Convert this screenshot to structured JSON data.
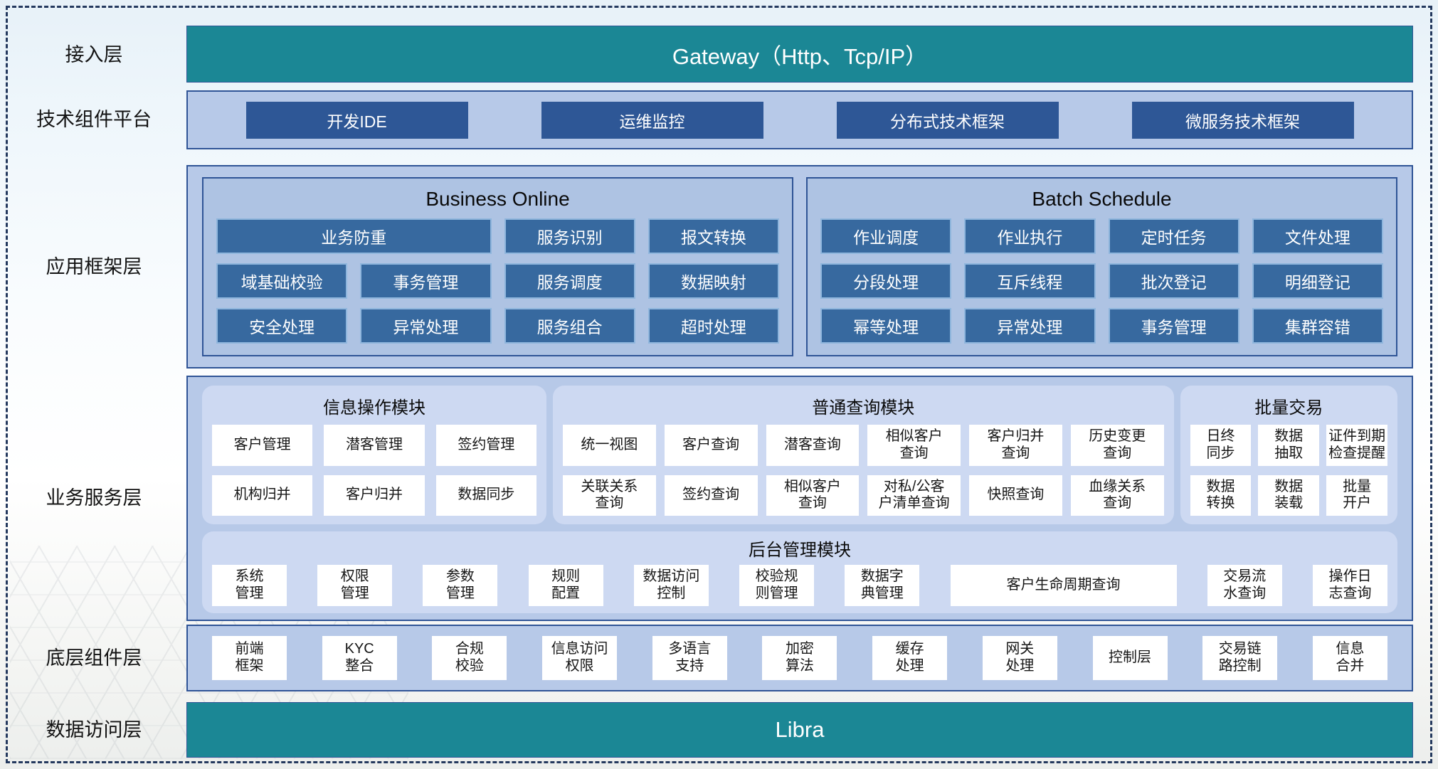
{
  "colors": {
    "teal": "#1b8795",
    "navy_button": "#2e5796",
    "panel_border": "#2f5496",
    "band_fill": "#b7c9e8",
    "subpanel_fill": "#aec3e3",
    "app_button_fill": "#37699f",
    "app_button_border": "#8fb6dd",
    "card_fill": "#cdd9f2",
    "white_button": "#ffffff",
    "outer_dashed_border": "#24395e"
  },
  "layers": {
    "access": {
      "label": "接入层",
      "bar_text": "Gateway（Http、Tcp/IP）"
    },
    "tech": {
      "label": "技术组件平台",
      "buttons": [
        "开发IDE",
        "运维监控",
        "分布式技术框架",
        "微服务技术框架"
      ]
    },
    "app": {
      "label": "应用框架层",
      "panels": [
        {
          "title": "Business Online",
          "buttons": [
            "业务防重",
            "服务识别",
            "报文转换",
            "域基础校验",
            "事务管理",
            "服务调度",
            "数据映射",
            "安全处理",
            "异常处理",
            "服务组合",
            "超时处理"
          ]
        },
        {
          "title": "Batch Schedule",
          "buttons": [
            "作业调度",
            "作业执行",
            "定时任务",
            "文件处理",
            "分段处理",
            "互斥线程",
            "批次登记",
            "明细登记",
            "幂等处理",
            "异常处理",
            "事务管理",
            "集群容错"
          ]
        }
      ]
    },
    "biz": {
      "label": "业务服务层",
      "modules": [
        {
          "title": "信息操作模块",
          "buttons": [
            "客户管理",
            "潜客管理",
            "签约管理",
            "机构归并",
            "客户归并",
            "数据同步"
          ]
        },
        {
          "title": "普通查询模块",
          "buttons": [
            "统一视图",
            "客户查询",
            "潜客查询",
            "相似客户\n查询",
            "客户归并\n查询",
            "历史变更\n查询",
            "关联关系\n查询",
            "签约查询",
            "相似客户\n查询",
            "对私/公客\n户清单查询",
            "快照查询",
            "血缘关系\n查询"
          ]
        },
        {
          "title": "批量交易",
          "buttons": [
            "日终\n同步",
            "数据\n抽取",
            "证件到期\n检查提醒",
            "数据\n转换",
            "数据\n装载",
            "批量\n开户"
          ]
        }
      ],
      "admin": {
        "title": "后台管理模块",
        "buttons": [
          "系统\n管理",
          "权限\n管理",
          "参数\n管理",
          "规则\n配置",
          "数据访问\n控制",
          "校验规\n则管理",
          "数据字\n典管理",
          "客户生命周期查询",
          "交易流\n水查询",
          "操作日\n志查询"
        ]
      }
    },
    "infra": {
      "label": "底层组件层",
      "buttons": [
        "前端\n框架",
        "KYC\n整合",
        "合规\n校验",
        "信息访问\n权限",
        "多语言\n支持",
        "加密\n算法",
        "缓存\n处理",
        "网关\n处理",
        "控制层",
        "交易链\n路控制",
        "信息\n合并"
      ]
    },
    "data_access": {
      "label": "数据访问层",
      "bar_text": "Libra"
    }
  }
}
